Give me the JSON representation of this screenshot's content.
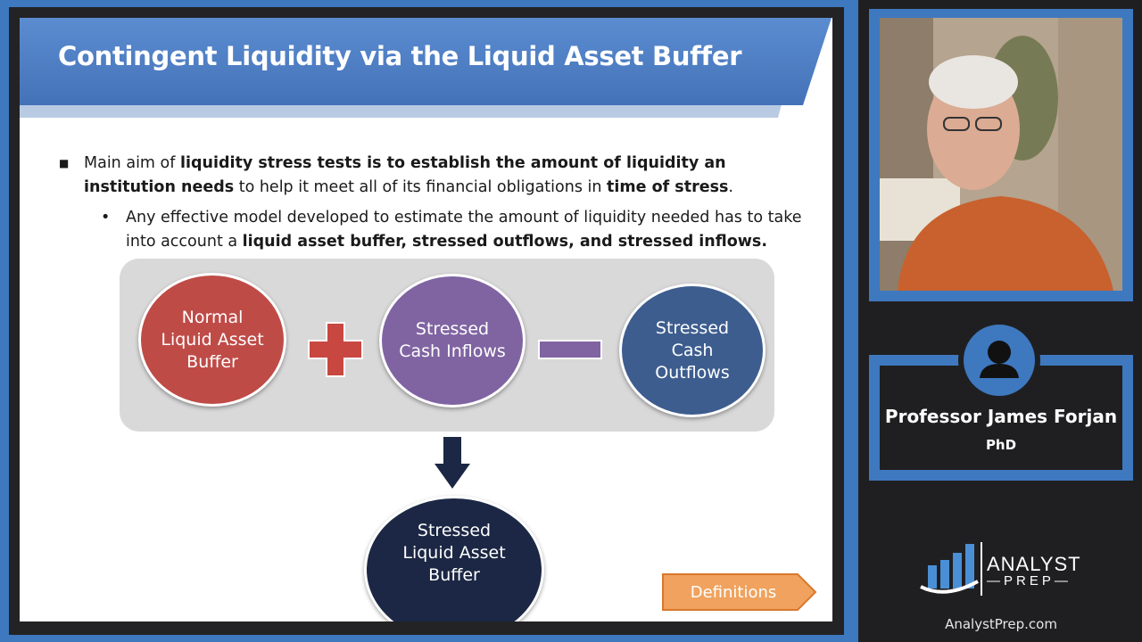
{
  "slide": {
    "title": "Contingent Liquidity via the Liquid Asset Buffer",
    "bullet1": {
      "t1": "Main aim of ",
      "b1": "liquidity stress tests is to establish the amount of liquidity an institution needs",
      "t2": " to help it meet all of its financial obligations in ",
      "b2": "time of stress",
      "t3": "."
    },
    "bullet2": {
      "t1": "Any effective model developed to estimate the amount of liquidity needed has to take into account a ",
      "b1": "liquid asset buffer, stressed outflows, and stressed inflows."
    },
    "diagram": {
      "normal": "Normal Liquid Asset Buffer",
      "inflows": "Stressed Cash Inflows",
      "outflows": "Stressed Cash Outflows",
      "result": "Stressed Liquid Asset Buffer"
    },
    "definitions_button": "Definitions"
  },
  "presenter": {
    "name": "Professor James Forjan",
    "degree": "PhD"
  },
  "brand": {
    "logo_line1": "ANALYST",
    "logo_line2": "PREP",
    "url": "AnalystPrep.com"
  },
  "colors": {
    "accent_blue": "#3e78bf",
    "title_blue": "#4f7fc4",
    "normal_red": "#bf4b47",
    "inflow_purple": "#8064a2",
    "outflow_blue": "#3d5d8f",
    "result_navy": "#1b2744",
    "button_orange": "#f0a25e"
  },
  "icons": {
    "bullet1": "square-bullet-icon",
    "bullet2": "round-bullet-icon",
    "plus": "plus-icon",
    "minus": "minus-icon",
    "arrow": "arrow-down-icon",
    "avatar": "user-avatar-icon",
    "logo": "bar-chart-logo-icon"
  }
}
